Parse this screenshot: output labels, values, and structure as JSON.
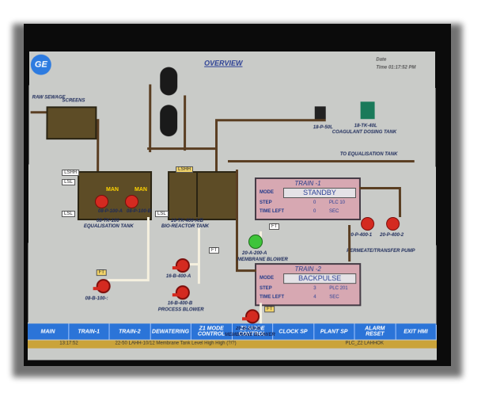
{
  "header": {
    "title": "OVERVIEW",
    "date_label": "Date",
    "time_label": "Time 01:17:52 PM"
  },
  "feed": {
    "raw_sewage": "RAW SEWAGE",
    "screens": "SCREENS"
  },
  "tanks": {
    "equalisation": "EQUALISATION TANK",
    "equalisation_id": "08-TK-100",
    "bioreactor": "BIO-REACTOR TANK",
    "bioreactor_id": "16-TK-400-A/B",
    "pump_a_id": "08-P-100-A",
    "pump_b_id": "08-P-100-B",
    "man_a": "MAN",
    "man_b": "MAN"
  },
  "coagulant": {
    "pump_id": "18-P-50L",
    "tank_id": "18-TK-40L",
    "tank_label": "COAGULANT DOSING TANK"
  },
  "to_equalisation": "TO EQUALISATION TANK",
  "train1": {
    "title": "TRAIN -1",
    "mode_label": "MODE",
    "mode_value": "STANDBY",
    "step_label": "STEP",
    "step_value": "0",
    "plc_value": "PLC 10",
    "time_label": "TIME LEFT",
    "time_value": "0",
    "sec_value": "SEC"
  },
  "train2": {
    "title": "TRAIN -2",
    "mode_label": "MODE",
    "mode_value": "BACKPULSE",
    "step_label": "STEP",
    "step_value": "3",
    "plc_value": "PLC 201",
    "time_label": "TIME LEFT",
    "time_value": "4",
    "sec_value": "SEC"
  },
  "permeate": {
    "pump_a_id": "20-P-400-1",
    "pump_b_id": "20-P-400-2",
    "label": "PERMEATE/TRANSFER PUMP"
  },
  "blowers": {
    "membrane_a_id": "20-A-200-A",
    "membrane_a_label": "MEMBRANE BLOWER",
    "membrane_b_id": "20-B-200-B",
    "membrane_b_label": "MEMBRANE BLOWER",
    "process_a_id": "16-B-400-A",
    "process_b_id": "16-B-400-B",
    "process_label": "PROCESS BLOWER",
    "eq_blower_id": "08-B-100-:"
  },
  "tags": {
    "level_lsh": "LSHH",
    "level_l": "LSL",
    "flow": "FT"
  },
  "nav": [
    "MAIN",
    "TRAIN-1",
    "TRAIN-2",
    "DEWATERING",
    "Z1 MODE CONTROL",
    "Z2 MODE CONTROL",
    "CLOCK SP",
    "PLANT SP",
    "ALARM RESET",
    "EXIT HMI"
  ],
  "status": {
    "left": "13:17:52",
    "message": "22-50 LAHH-10/12 Membrane Tank Level High High (?/?)",
    "right": "PLC_Z2 LAHHOK"
  },
  "colors": {
    "screen": "#c9cbc8",
    "tank": "#5d4c26",
    "pump": "#d42a20",
    "panel": "#d7a8b2",
    "nav": "#2b74d8"
  },
  "logo": "GE"
}
